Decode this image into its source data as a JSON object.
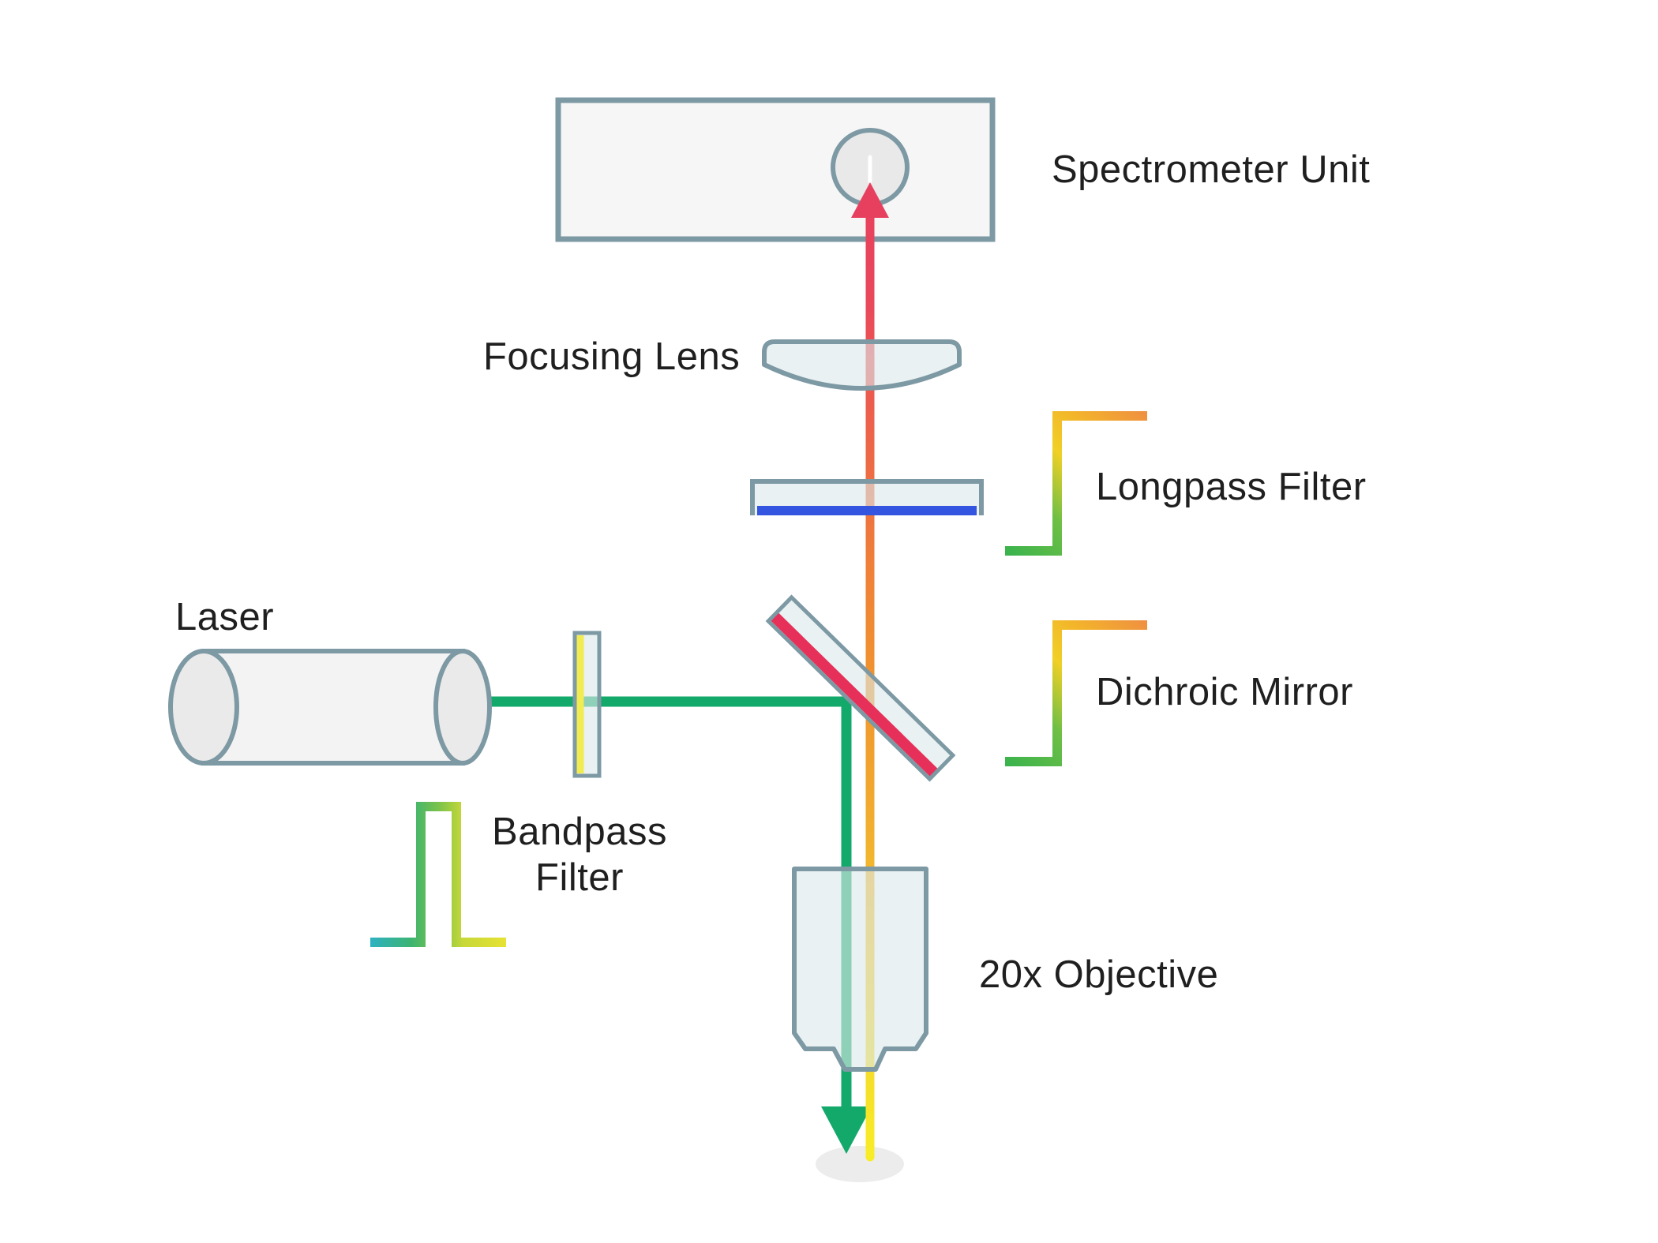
{
  "labels": {
    "spectrometer": "Spectrometer Unit",
    "focusing_lens": "Focusing Lens",
    "longpass_filter": "Longpass Filter",
    "dichroic_mirror": "Dichroic Mirror",
    "laser": "Laser",
    "bandpass_line1": "Bandpass",
    "bandpass_line2": "Filter",
    "objective": "20x Objective"
  },
  "colors": {
    "laser_beam_green": "#13a96b",
    "emission_red": "#e73f5e",
    "emission_yellow": "#f8ec28",
    "dichroic_stripe_red": "#e63059",
    "longpass_stripe_blue": "#3355e0",
    "bandpass_stripe_yellow": "#f1ec52",
    "component_outline": "#7d99a4",
    "component_fill": "#eaf2f4",
    "text": "#1f1f1f"
  }
}
